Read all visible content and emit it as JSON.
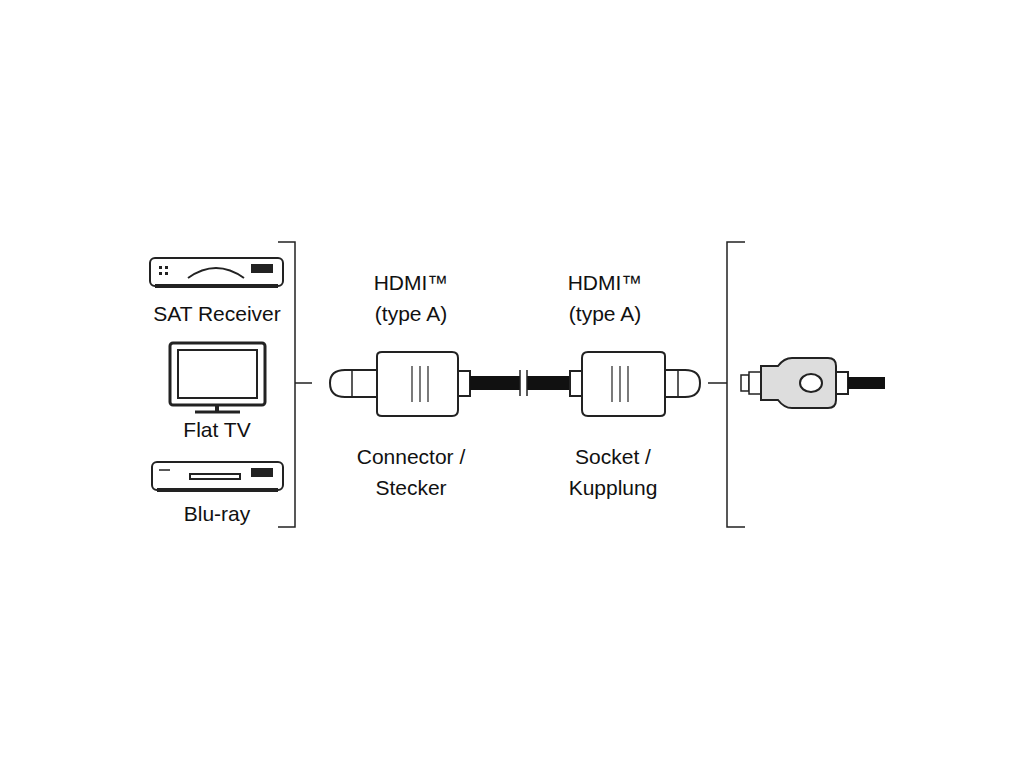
{
  "diagram": {
    "labels": [
      "SAT Receiver",
      "Flat TV",
      "Blu-ray",
      "HDMI™ (type A)",
      "HDMI™ (type A)",
      "Connector / Stecker",
      "Socket / Kupplung"
    ]
  }
}
